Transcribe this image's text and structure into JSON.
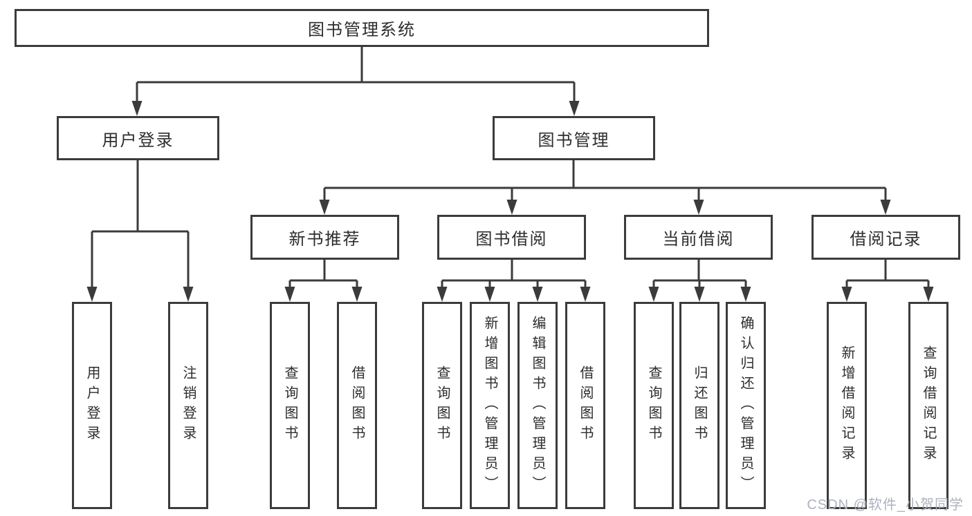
{
  "tree": {
    "label": "图书管理系统",
    "children": [
      {
        "label": "用户登录",
        "children": [
          {
            "label": "用户登录"
          },
          {
            "label": "注销登录"
          }
        ]
      },
      {
        "label": "图书管理",
        "children": [
          {
            "label": "新书推荐",
            "children": [
              {
                "label": "查询图书"
              },
              {
                "label": "借阅图书"
              }
            ]
          },
          {
            "label": "图书借阅",
            "children": [
              {
                "label": "查询图书"
              },
              {
                "label": "新增图书（管理员）"
              },
              {
                "label": "编辑图书（管理员）"
              },
              {
                "label": "借阅图书"
              }
            ]
          },
          {
            "label": "当前借阅",
            "children": [
              {
                "label": "查询图书"
              },
              {
                "label": "归还图书"
              },
              {
                "label": "确认归还（管理员）"
              }
            ]
          },
          {
            "label": "借阅记录",
            "children": [
              {
                "label": "新增借阅记录"
              },
              {
                "label": "查询借阅记录"
              }
            ]
          }
        ]
      }
    ]
  },
  "watermark": "CSDN @软件_小贺同学",
  "colors": {
    "line": "#3b3b3b",
    "box_border": "#3b3b3b",
    "text": "#2d2d2d",
    "watermark": "#aeb2bd",
    "background": "#ffffff"
  }
}
